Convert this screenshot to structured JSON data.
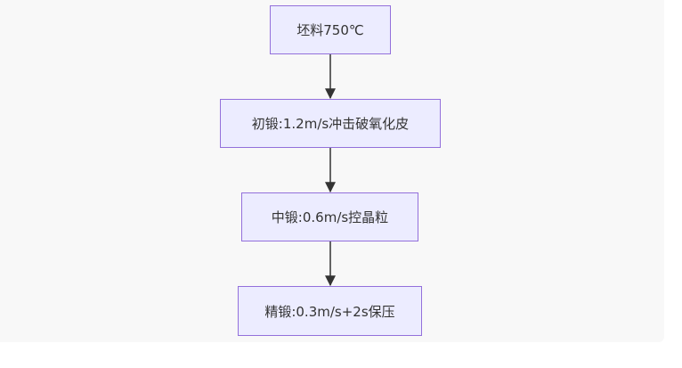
{
  "flowchart": {
    "nodes": [
      {
        "id": "n1",
        "label": "坯料750℃"
      },
      {
        "id": "n2",
        "label": "初锻:1.2m/s冲击破氧化皮"
      },
      {
        "id": "n3",
        "label": "中锻:0.6m/s控晶粒"
      },
      {
        "id": "n4",
        "label": "精锻:0.3m/s+2s保压"
      }
    ],
    "edges": [
      {
        "from": "n1",
        "to": "n2"
      },
      {
        "from": "n2",
        "to": "n3"
      },
      {
        "from": "n3",
        "to": "n4"
      }
    ]
  },
  "colors": {
    "background": "#f8f8f8",
    "node_fill": "#ececff",
    "node_border": "#9370db",
    "edge": "#333333",
    "text": "#333333"
  }
}
